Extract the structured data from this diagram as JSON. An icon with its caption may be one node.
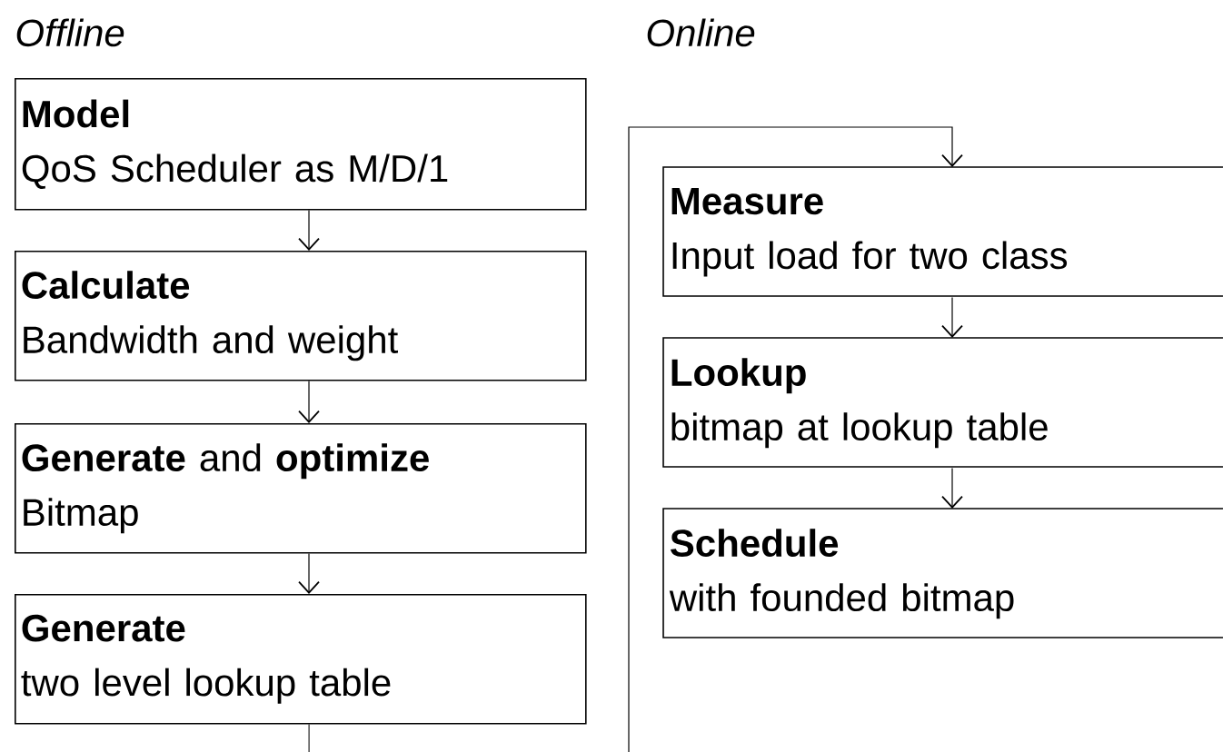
{
  "diagram": {
    "nodes": [
      {
        "text": [
          "Model",
          "QoS Scheduler as M/D/1"
        ]
      },
      {
        "text": [
          "Calculate",
          "Bandwidth and weight"
        ]
      },
      {
        "text": [
          "**Generate** and **optimize**",
          "Bitmap"
        ]
      },
      {
        "text": [
          "Generate",
          "two level lookup table"
        ]
      },
      {
        "text": [
          "Measure",
          "Input load for two class"
        ]
      },
      {
        "text": [
          "Lookup",
          "bitmap at lookup table"
        ]
      },
      {
        "text": [
          "Schedule",
          "with founded bitmap"
        ]
      }
    ],
    "edges": [
      {
        "from": 0,
        "to": 1,
        "arrow": "to"
      },
      {
        "from": 1,
        "to": 2,
        "arrow": "to"
      },
      {
        "from": 2,
        "to": 3,
        "arrow": "to"
      },
      {
        "from": 3,
        "to": null,
        "arrow": "none"
      },
      {
        "from": null,
        "to": 4,
        "arrow": "to"
      },
      {
        "from": 4,
        "to": 5,
        "arrow": "to"
      },
      {
        "from": 5,
        "to": 6,
        "arrow": "to"
      }
    ],
    "labels": [
      "Offline",
      "Online"
    ]
  }
}
